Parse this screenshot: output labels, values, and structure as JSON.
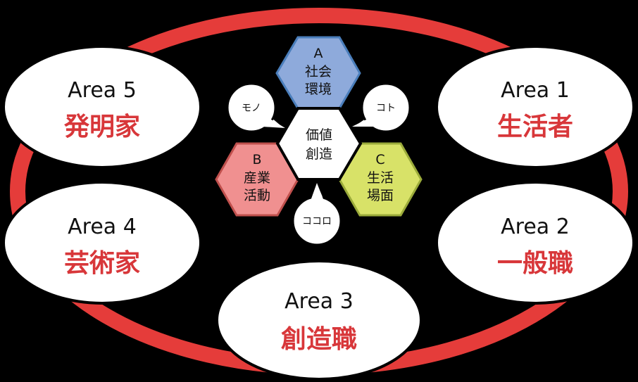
{
  "colors": {
    "ring": "#e53c3a",
    "accent_text": "#d8373a",
    "hex_a": "#8eaadb",
    "hex_b": "#f09090",
    "hex_c": "#d8e268"
  },
  "areas": [
    {
      "id": "area-5",
      "en": "Area 5",
      "jp": "発明家"
    },
    {
      "id": "area-1",
      "en": "Area 1",
      "jp": "生活者"
    },
    {
      "id": "area-4",
      "en": "Area 4",
      "jp": "芸術家"
    },
    {
      "id": "area-2",
      "en": "Area 2",
      "jp": "一般職"
    },
    {
      "id": "area-3",
      "en": "Area 3",
      "jp": "創造職"
    }
  ],
  "center": {
    "line1": "価値",
    "line2": "創造"
  },
  "hexes": [
    {
      "letter": "A",
      "line1": "社会",
      "line2": "環境"
    },
    {
      "letter": "B",
      "line1": "産業",
      "line2": "活動"
    },
    {
      "letter": "C",
      "line1": "生活",
      "line2": "場面"
    }
  ],
  "bubbles": {
    "mono": "モノ",
    "koto": "コト",
    "kokoro": "ココロ"
  }
}
